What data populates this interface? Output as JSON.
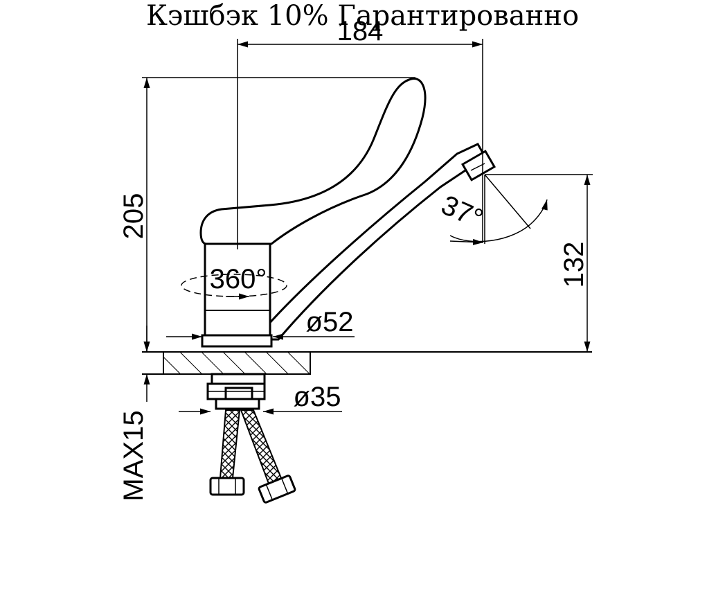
{
  "banner": {
    "text": "Кэшбэк 10% Гарантированно"
  },
  "dimensions": {
    "width": "184",
    "height": "205",
    "spout_height": "132",
    "rotation": "360°",
    "spout_angle": "37°",
    "base_diameter": "ø52",
    "thread_diameter": "ø35",
    "max_thickness": "MAX15"
  }
}
